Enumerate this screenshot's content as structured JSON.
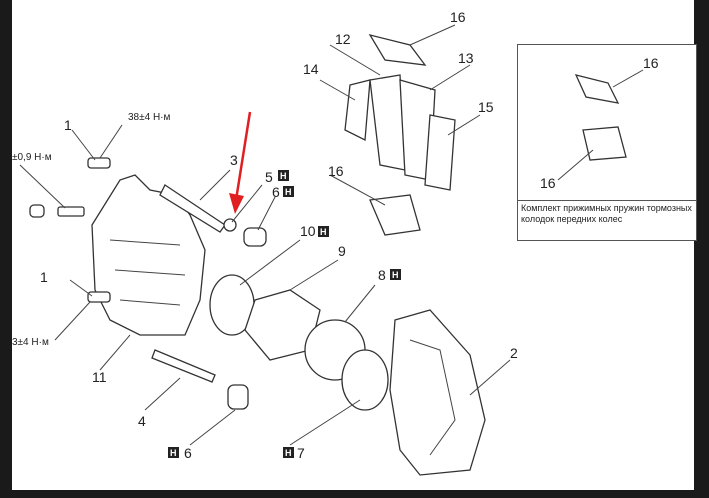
{
  "callouts": {
    "c1a": "1",
    "c1b": "1",
    "c2": "2",
    "c3": "3",
    "c4": "4",
    "c5": "5",
    "c6a": "6",
    "c6b": "6",
    "c7": "7",
    "c8": "8",
    "c9": "9",
    "c10": "10",
    "c11": "11",
    "c12": "12",
    "c13": "13",
    "c14": "14",
    "c15": "15",
    "c16a": "16",
    "c16b": "16",
    "c16c": "16",
    "c16d": "16"
  },
  "grease_mark": "H",
  "torques": {
    "top_bolt": "38±4 Н·м",
    "bleeder": "±0,9 Н·м",
    "bottom_bolt": "3±4 Н·м"
  },
  "kit_caption": "Комплект прижимных пружин тормозных колодок передних колес",
  "colors": {
    "arrow": "#e02020",
    "frame": "#1a1a1a"
  }
}
